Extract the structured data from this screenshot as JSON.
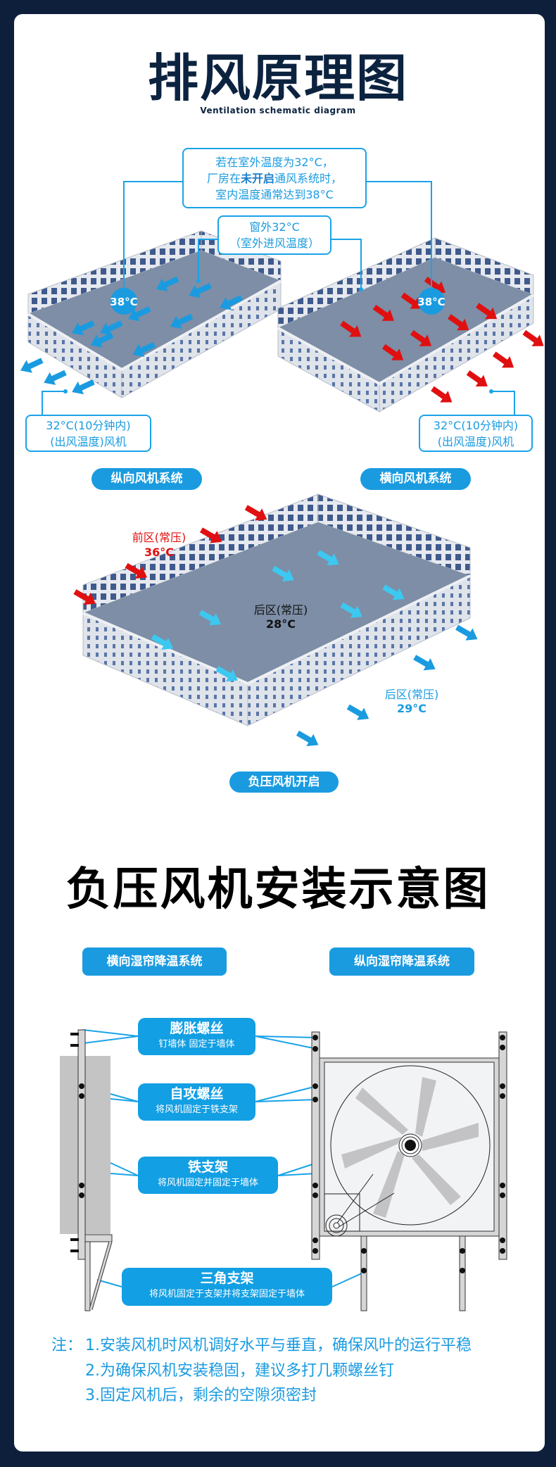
{
  "section1": {
    "title": "排风原理图",
    "subtitle": "Ventilation schematic diagram",
    "callout_main": {
      "line1": "若在室外温度为32°C，",
      "line2_pre": "厂房在",
      "line2_bold": "未开启",
      "line2_post": "通风系统时，",
      "line3": "室内温度通常达到38°C"
    },
    "callout_window": {
      "line1": "窗外32°C",
      "line2": "（室外进风温度）"
    },
    "indoor_temp_left": "38°C",
    "indoor_temp_right": "38°C",
    "outlet_left": {
      "line1": "32°C(10分钟内)",
      "line2": "(出风温度)风机"
    },
    "outlet_right": {
      "line1": "32°C(10分钟内)",
      "line2": "(出风温度)风机"
    },
    "pill_left": "纵向风机系统",
    "pill_right": "横向风机系统",
    "front_zone": {
      "label": "前区(常压)",
      "temp": "36°C"
    },
    "middle_zone": {
      "label": "后区(常压)",
      "temp": "28°C"
    },
    "rear_zone": {
      "label": "后区(常压)",
      "temp": "29°C"
    },
    "pill_negative": "负压风机开启"
  },
  "section2": {
    "title": "负压风机安装示意图",
    "pill_left": "横向湿帘降温系统",
    "pill_right": "纵向湿帘降温系统",
    "labels": [
      {
        "title": "膨胀螺丝",
        "desc": "钉墙体 固定于墙体"
      },
      {
        "title": "自攻螺丝",
        "desc": "将风机固定于铁支架"
      },
      {
        "title": "铁支架",
        "desc": "将风机固定并固定于墙体"
      },
      {
        "title": "三角支架",
        "desc": "将风机固定于支架并将支架固定于墙体"
      }
    ],
    "notes": {
      "prefix": "注：",
      "items": [
        "1.安装风机时风机调好水平与垂直，确保风叶的运行平稳",
        "2.为确保风机安装稳固，建议多打几颗螺丝钉",
        "3.固定风机后，剩余的空隙须密封"
      ]
    }
  },
  "colors": {
    "accent": "#1a9be0",
    "hot": "#e01010",
    "cool": "#3cc8f0",
    "navy": "#0c2340",
    "background": "#0d1f3a"
  }
}
